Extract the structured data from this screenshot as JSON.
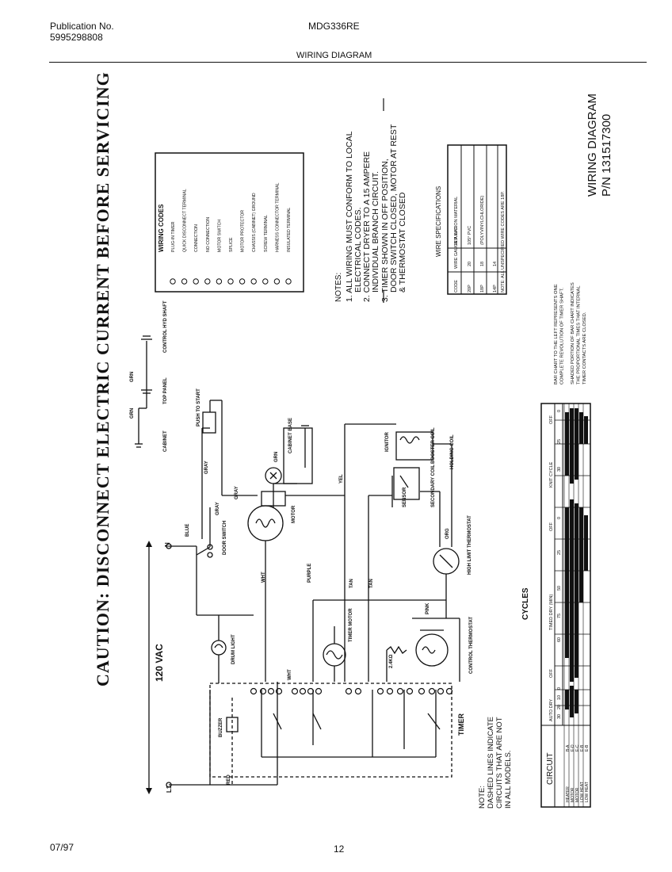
{
  "header": {
    "publication_label": "Publication No.",
    "publication_number": "5995298808",
    "model": "MDG336RE",
    "section_title": "WIRING DIAGRAM"
  },
  "caution": "CAUTION: DISCONNECT ELECTRIC CURRENT BEFORE SERVICING",
  "supply": {
    "voltage": "120 VAC",
    "l1": "L1",
    "n": "N"
  },
  "wiring_codes": {
    "title": "WIRING CODES",
    "items": [
      "PLUG-IN TIMER",
      "QUICK DISCONNECT TERMINAL",
      "CONNECTION",
      "NO CONNECTION",
      "MOTOR SWITCH",
      "SPLICE",
      "MOTOR PROTECTOR",
      "CHASSIS (CABINET) GROUND",
      "SCREW TERMINAL",
      "HARNESS CONNECTOR TERMINAL",
      "INSULATED TERMINAL"
    ]
  },
  "notes": {
    "title": "NOTES:",
    "lines": [
      "1. ALL WIRING MUST CONFORM TO LOCAL",
      "ELECTRICAL CODES.",
      "2. CONNECT DRYER TO A 15 AMPERE",
      "INDIVIDUAL BRANCH CIRCUIT.",
      "3. TIMER SHOWN IN OFF POSITION,",
      "DOOR SWITCH CLOSED, MOTOR AT REST",
      "& THERMOSTAT CLOSED"
    ]
  },
  "wire_spec": {
    "title": "WIRE SPECIFICATIONS",
    "headers": [
      "CODE",
      "WIRE GAUGE A.W.G.",
      "INSULATION MATERIAL"
    ],
    "rows": [
      [
        "20P",
        "20",
        "105° PVC"
      ],
      [
        "18P",
        "18",
        "(POLYVINYLCHLORIDE)"
      ],
      [
        "14P",
        "14",
        ""
      ]
    ],
    "note": "NOTE: ALL UNSPECIFIED WIRE CODES ARE 18P."
  },
  "diagram_title": {
    "line1": "WIRING DIAGRAM",
    "line2": "P/N 131517300"
  },
  "chart_notes": [
    "BAR CHART TO THE LEFT REPRESENTS ONE",
    "COMPLETE REVOLUTION OF TIMER SHAFT.",
    "SHADED PORTION OF BAR CHART INDICATES",
    "THE PROPORTIONAL TIMES THAT INTERNAL",
    "TIMER CONTACTS ARE CLOSED."
  ],
  "dashed_note": {
    "lines": [
      "NOTE:",
      "DASHED LINES INDICATE",
      "CIRCUITS THAT ARE NOT",
      "IN ALL MODELS."
    ]
  },
  "components": {
    "timer": "TIMER",
    "buzzer": "BUZZER",
    "drum_light": "DRUM LIGHT",
    "timer_motor": "TIMER MOTOR",
    "door_switch": "DOOR SWITCH",
    "motor": "MOTOR",
    "push_to_start": "PUSH TO START",
    "cabinet_base": "CABINET BASE",
    "control_thermostat": "CONTROL THERMOSTAT",
    "high_limit_thermostat": "HIGH LIMIT THERMOSTAT",
    "ignitor": "IGNITOR",
    "sensor": "SENSOR",
    "booster_coil": "BOOSTER COIL",
    "holding_coil": "HOLDING COIL",
    "secondary_coil": "SECONDARY COIL",
    "cabinet": "CABINET",
    "top_panel": "TOP PANEL",
    "control_hyd_shaft": "CONTROL HYD SHAFT",
    "resistor": "2.4KΩ"
  },
  "wire_colors": {
    "red": "RED",
    "wht": "WHT",
    "gray": "GRAY",
    "blue": "BLUE",
    "yel": "YEL",
    "tan": "TAN",
    "purple": "PURPLE",
    "pink": "PINK",
    "grn": "GRN",
    "org": "ORG"
  },
  "cycles_chart": {
    "title": "CYCLES",
    "column_groups": [
      "AUTO DRY",
      "OFF",
      "TIMED DRY (MIN)",
      "OFF",
      "KNIT CYCLE",
      "OFF"
    ],
    "ticks": [
      "30",
      "20",
      "10",
      "0",
      "60",
      "75",
      "50",
      "25",
      "0",
      "30",
      "25",
      "0"
    ],
    "rows": [
      {
        "circuit": "HEATER",
        "contacts": "B-A"
      },
      {
        "circuit": "MOTOR",
        "contacts": "E-D"
      },
      {
        "circuit": "MOTOR",
        "contacts": "E-C"
      },
      {
        "circuit": "LOW HEAT",
        "contacts": "E-B"
      },
      {
        "circuit": "LOW HEAT",
        "contacts": "E-B"
      }
    ],
    "circuit_header": "CIRCUIT"
  },
  "footer": {
    "date": "07/97",
    "page": "12"
  }
}
